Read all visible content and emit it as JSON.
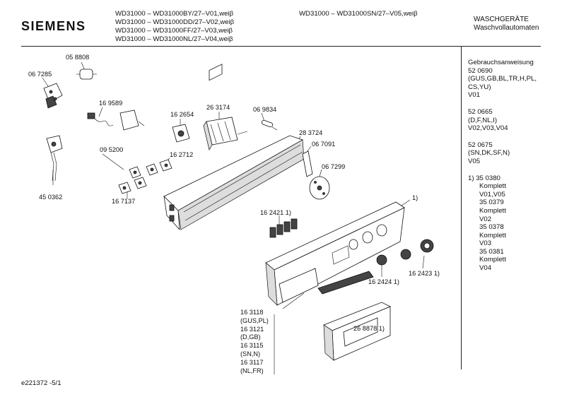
{
  "header": {
    "brand": "SIEMENS",
    "models_left": [
      "WD31000 – WD31000BY/27–V01,weiβ",
      "WD31000 – WD31000DD/27–V02,weiβ",
      "WD31000 – WD31000FF/27–V03,weiβ",
      "WD31000 – WD31000NL/27–V04,weiβ"
    ],
    "model_right": "WD31000 – WD31000SN/27–V05,weiβ",
    "category_1": "WASCHGERÄTE",
    "category_2": "Waschvollautomaten"
  },
  "right_column": {
    "g1": [
      "Gebrauchsanweisung",
      "52 0690",
      "(GUS,GB,BL,TR,H,PL,",
      "CS,YU)",
      "V01"
    ],
    "g2": [
      "52 0665",
      "(D,F,NL,I)",
      "V02,V03,V04"
    ],
    "g3": [
      "52 0675",
      "(SN,DK,SF,N)",
      "V05"
    ],
    "g4_head": "1) 35 0380",
    "g4": [
      "Komplett",
      "V01,V05",
      "35 0379",
      "Komplett",
      "V02",
      "35 0378",
      "Komplett",
      "V03",
      "35 0381",
      "Komplett",
      "V04"
    ]
  },
  "part_labels": {
    "p058808": "05 8808",
    "p067285": "06 7285",
    "p169589": "16 9589",
    "p162654": "16 2654",
    "p263174": "26 3174",
    "p069834": "06 9834",
    "p283724": "28 3724",
    "p067091": "06 7091",
    "p067299": "06 7299",
    "p095200": "09 5200",
    "p162712": "16 2712",
    "p450362": "45 0362",
    "p167137": "16 7137",
    "p162421": "16 2421 1)",
    "pone": "1)",
    "p162423": "16 2423 1)",
    "p162424": "16 2424 1)",
    "p268878": "26 8878 1)",
    "variants": [
      "16 3118",
      "(GUS,PL)",
      "16 3121",
      "(D,GB)",
      "16 3115",
      "(SN,N)",
      "16 3117",
      "(NL,FR)"
    ]
  },
  "footer": {
    "code": "e221372 -5/1"
  }
}
